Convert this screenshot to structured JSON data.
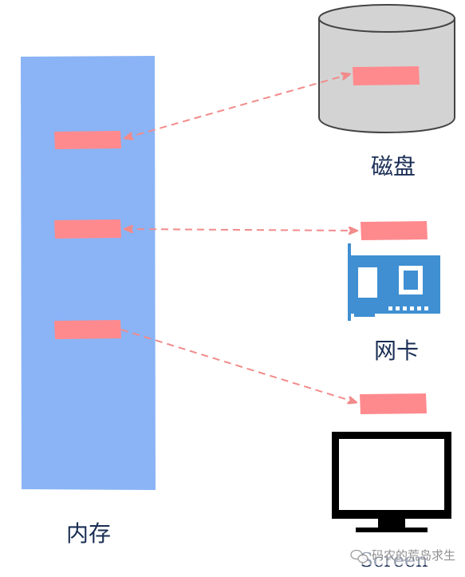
{
  "labels": {
    "memory": "内存",
    "disk": "磁盘",
    "nic": "网卡",
    "screen": "Screen",
    "watermark": "码农的荒岛求生"
  },
  "colors": {
    "memory_fill": "#8ab4f5",
    "block_fill": "#ff8a8e",
    "arrow": "#f28b8b",
    "disk_fill": "#d3d3d3",
    "disk_stroke": "#444444",
    "nic_fill": "#3f8fd2",
    "monitor": "#000000",
    "label_text": "#1a2e55"
  },
  "icons": {
    "disk": "cylinder-disk-icon",
    "nic": "network-card-icon",
    "screen": "monitor-icon",
    "watermark": "wechat-icon"
  }
}
